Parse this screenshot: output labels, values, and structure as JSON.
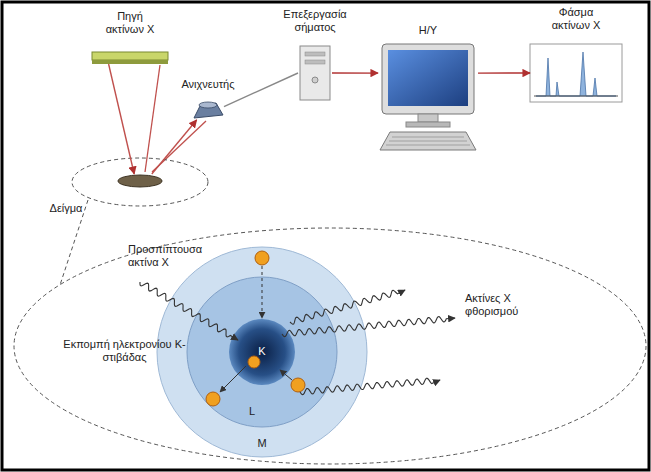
{
  "diagram": {
    "nodes": [
      {
        "text": [
          "Πηγή ακτίνων Χ"
        ]
      },
      {
        "text": [
          "Ανιχνευτής"
        ]
      },
      {
        "text": [
          "Επεξεργασία σήματος"
        ]
      },
      {
        "text": [
          "Η/Υ"
        ]
      },
      {
        "text": [
          "Φάσμα ακτίνων Χ"
        ]
      },
      {
        "text": [
          "Δείγμα"
        ]
      },
      {
        "text": [
          "M"
        ]
      },
      {
        "text": [
          "L"
        ],
        "in": 6
      },
      {
        "text": [
          "K"
        ],
        "in": 7
      }
    ],
    "edges": [
      {
        "from": 0,
        "to": 5,
        "arrow": "to"
      },
      {
        "from": 5,
        "to": 1,
        "arrow": "to"
      },
      {
        "from": 1,
        "to": 2,
        "arrow": "none"
      },
      {
        "from": 2,
        "to": 3,
        "arrow": "to"
      },
      {
        "from": 3,
        "to": 4,
        "arrow": "to"
      }
    ],
    "labels": [
      "Προσπίπτουσα ακτίνα Χ",
      "Εκπομπή ηλεκτρονίου Κ-στιβάδας",
      "Ακτίνες Χ φθορισμού"
    ]
  }
}
